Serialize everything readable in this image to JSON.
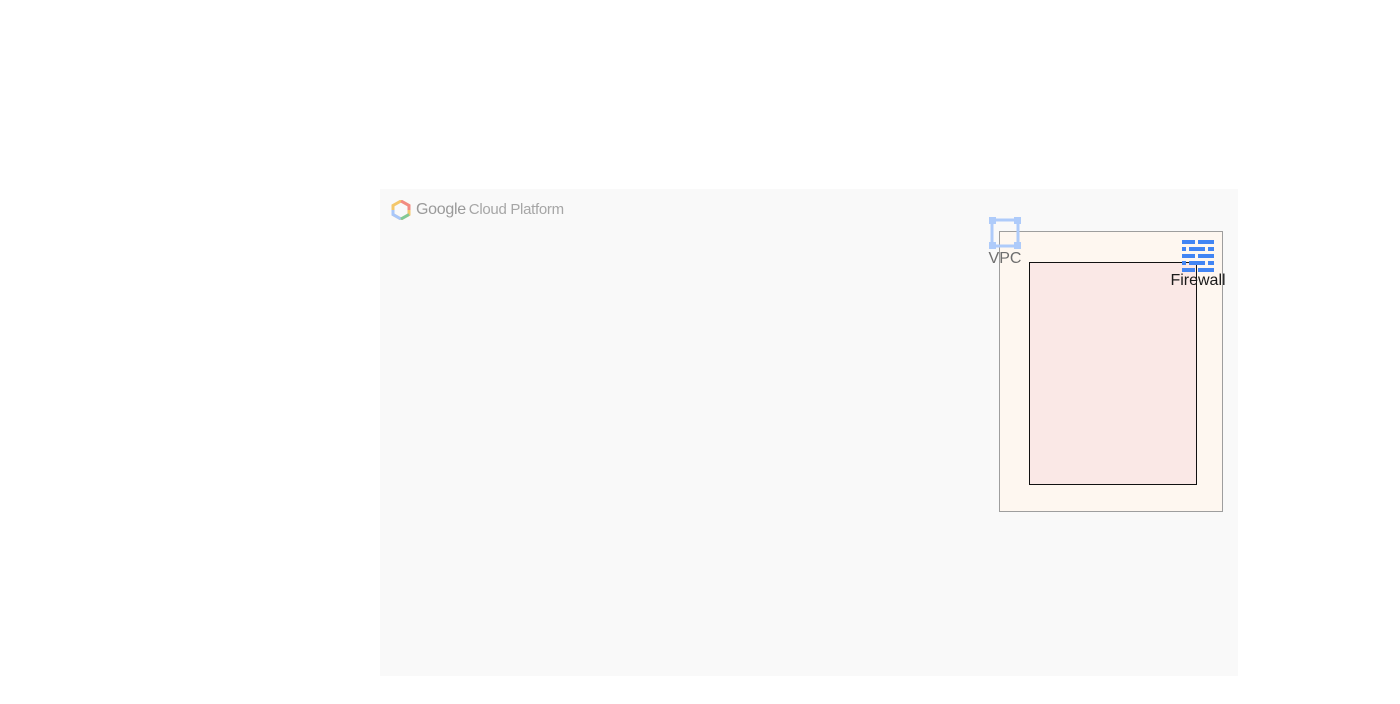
{
  "logo": {
    "google": "Google",
    "product": "Cloud Platform",
    "icon": "gcp-hexagon-logo"
  },
  "vpc": {
    "label": "VPC",
    "icon": "vpc-network-icon",
    "fill_color": "#fef7f0",
    "border_color": "#9e9e9e",
    "icon_color": "#aecbfa"
  },
  "subnet": {
    "fill_color": "#fae8e6",
    "border_color": "#111111"
  },
  "firewall": {
    "label": "Firewall",
    "icon": "firewall-icon",
    "icon_color": "#4285f4"
  },
  "frame": {
    "background": "#f9f9f9"
  }
}
